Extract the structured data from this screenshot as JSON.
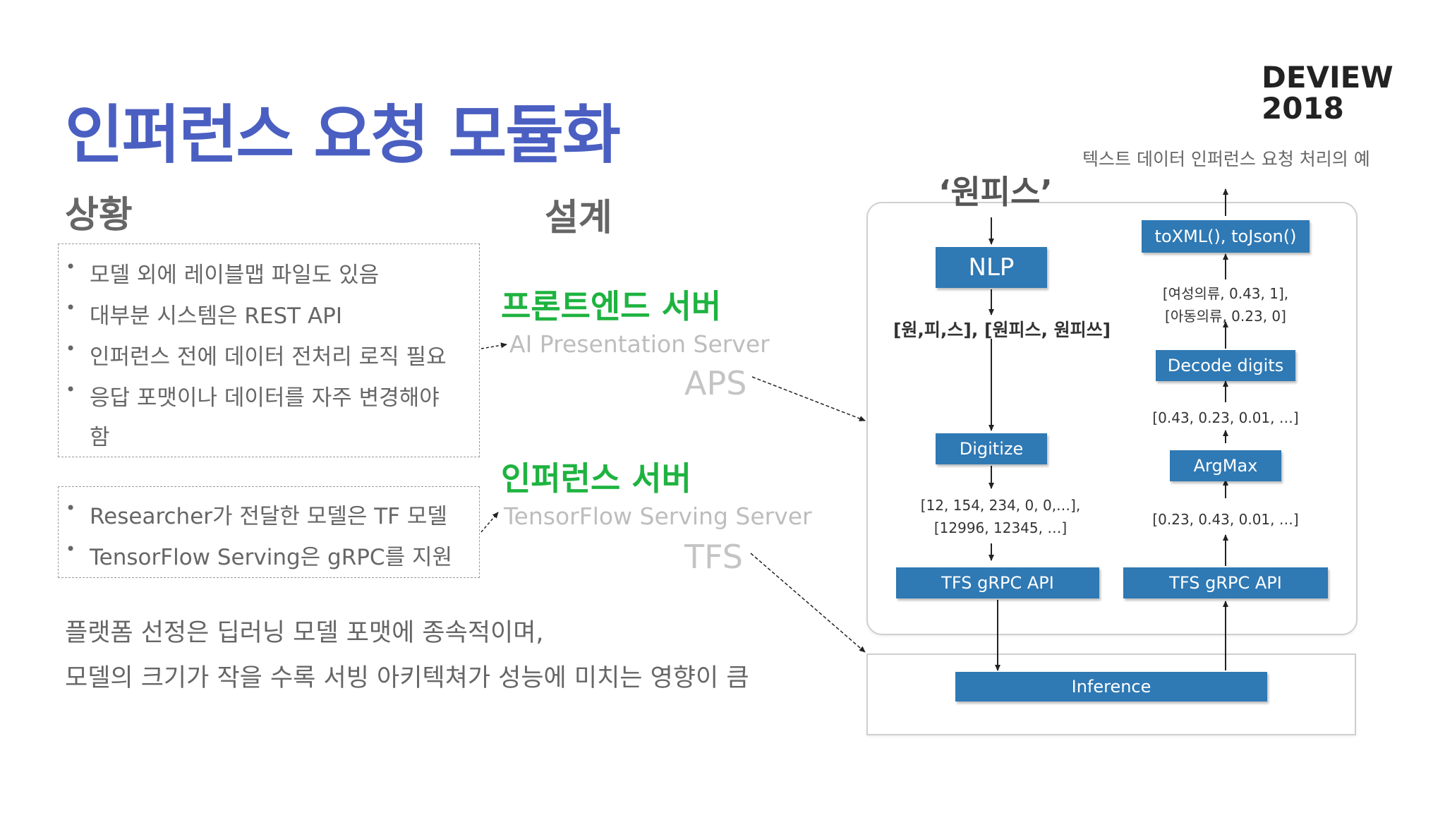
{
  "title": "인퍼런스 요청 모듈화",
  "logo": {
    "line1": "DEVIEW",
    "line2": "2018"
  },
  "caption": "텍스트 데이터 인퍼런스 요청 처리의 예",
  "sections": {
    "situation": "상황",
    "design": "설계"
  },
  "situation_box1": [
    "모델 외에 레이블맵 파일도 있음",
    "대부분 시스템은 REST API",
    "인퍼런스 전에 데이터 전처리 로직 필요",
    "응답 포맷이나 데이터를 자주 변경해야",
    "함"
  ],
  "situation_box2": [
    "Researcher가 전달한 모델은 TF 모델",
    "TensorFlow Serving은 gRPC를 지원"
  ],
  "frontend": {
    "name": "프론트엔드 서버",
    "sub": "AI Presentation Server",
    "abbr": "APS"
  },
  "inference": {
    "name": "인퍼런스 서버",
    "sub": "TensorFlow Serving Server",
    "abbr": "TFS"
  },
  "notes": [
    "플랫폼 선정은 딥러닝 모델 포맷에 종속적이며,",
    "모델의 크기가 작을 수록 서빙 아키텍쳐가 성능에 미치는 영향이 큼"
  ],
  "diagram": {
    "input": "‘원피스’",
    "nlp": "NLP",
    "nlp_out": "[원,피,스], [원피스, 원피쓰]",
    "digitize": "Digitize",
    "digitize_out_1": "[12, 154, 234, 0, 0,…],",
    "digitize_out_2": "[12996, 12345, …]",
    "tfs_left": "TFS gRPC API",
    "tfs_right": "TFS gRPC API",
    "inference": "Inference",
    "argmax_in": "[0.23, 0.43, 0.01, …]",
    "argmax": "ArgMax",
    "argmax_out": "[0.43, 0.23, 0.01, …]",
    "decode": "Decode digits",
    "decode_out_1": "[여성의류, 0.43, 1],",
    "decode_out_2": "[아동의류, 0.23, 0]",
    "output": "toXML(), toJson()"
  },
  "colors": {
    "title": "#4a5fc1",
    "server": "#1eb340",
    "box": "#2f79b4"
  }
}
